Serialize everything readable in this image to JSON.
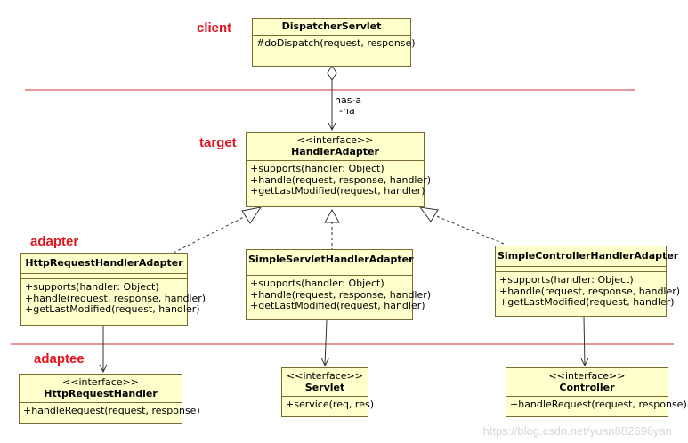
{
  "roles": {
    "client": "client",
    "target": "target",
    "adapter": "adapter",
    "adaptee": "adaptee"
  },
  "relation_label": {
    "line1": "has-a",
    "line2": "-ha"
  },
  "classes": {
    "dispatcher": {
      "name": "DispatcherServlet",
      "ops": [
        "#doDispatch(request, response)"
      ]
    },
    "handler_adapter": {
      "stereotype": "<<interface>>",
      "name": "HandlerAdapter",
      "ops": [
        "+supports(handler: Object)",
        "+handle(request, response, handler)",
        "+getLastModified(request, handler)"
      ]
    },
    "http_request_handler_adapter": {
      "name": "HttpRequestHandlerAdapter",
      "ops": [
        "+supports(handler: Object)",
        "+handle(request, response, handler)",
        "+getLastModified(request, handler)"
      ]
    },
    "simple_servlet_handler_adapter": {
      "name": "SimpleServletHandlerAdapter",
      "ops": [
        "+supports(handler: Object)",
        "+handle(request, response, handler)",
        "+getLastModified(request, handler)"
      ]
    },
    "simple_controller_handler_adapter": {
      "name": "SimpleControllerHandlerAdapter",
      "ops": [
        "+supports(handler: Object)",
        "+handle(request, response, handler)",
        "+getLastModified(request, handler)"
      ]
    },
    "http_request_handler": {
      "stereotype": "<<interface>>",
      "name": "HttpRequestHandler",
      "ops": [
        "+handleRequest(request, response)"
      ]
    },
    "servlet": {
      "stereotype": "<<interface>>",
      "name": "Servlet",
      "ops": [
        "+service(req, res)"
      ]
    },
    "controller": {
      "stereotype": "<<interface>>",
      "name": "Controller",
      "ops": [
        "+handleRequest(request, response)"
      ]
    }
  },
  "watermark": "https://blog.csdn.net/yuan882696yan",
  "colors": {
    "role": "#e0141e",
    "box_fill": "#ffffcc",
    "box_border": "#7a6b2e",
    "divider": "#c83232"
  }
}
